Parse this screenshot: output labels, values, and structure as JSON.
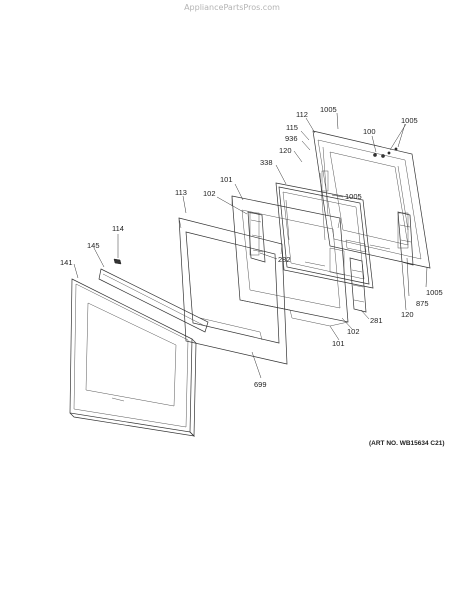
{
  "watermark": "AppliancePartsPros.com",
  "art_number": "(ART NO. WB15634 C21)",
  "callouts": {
    "c1005_top": "1005",
    "c112": "112",
    "c115": "115",
    "c936": "936",
    "c100": "100",
    "c1005_tr": "1005",
    "c120_top": "120",
    "c338": "338",
    "c1005_mid": "1005",
    "c101_top": "101",
    "c102_top": "102",
    "c113": "113",
    "c114": "114",
    "c145": "145",
    "c141": "141",
    "c282": "282",
    "c1005_right": "1005",
    "c875": "875",
    "c120_bot": "120",
    "c281": "281",
    "c102_bot": "102",
    "c101_bot": "101",
    "c699": "699"
  }
}
